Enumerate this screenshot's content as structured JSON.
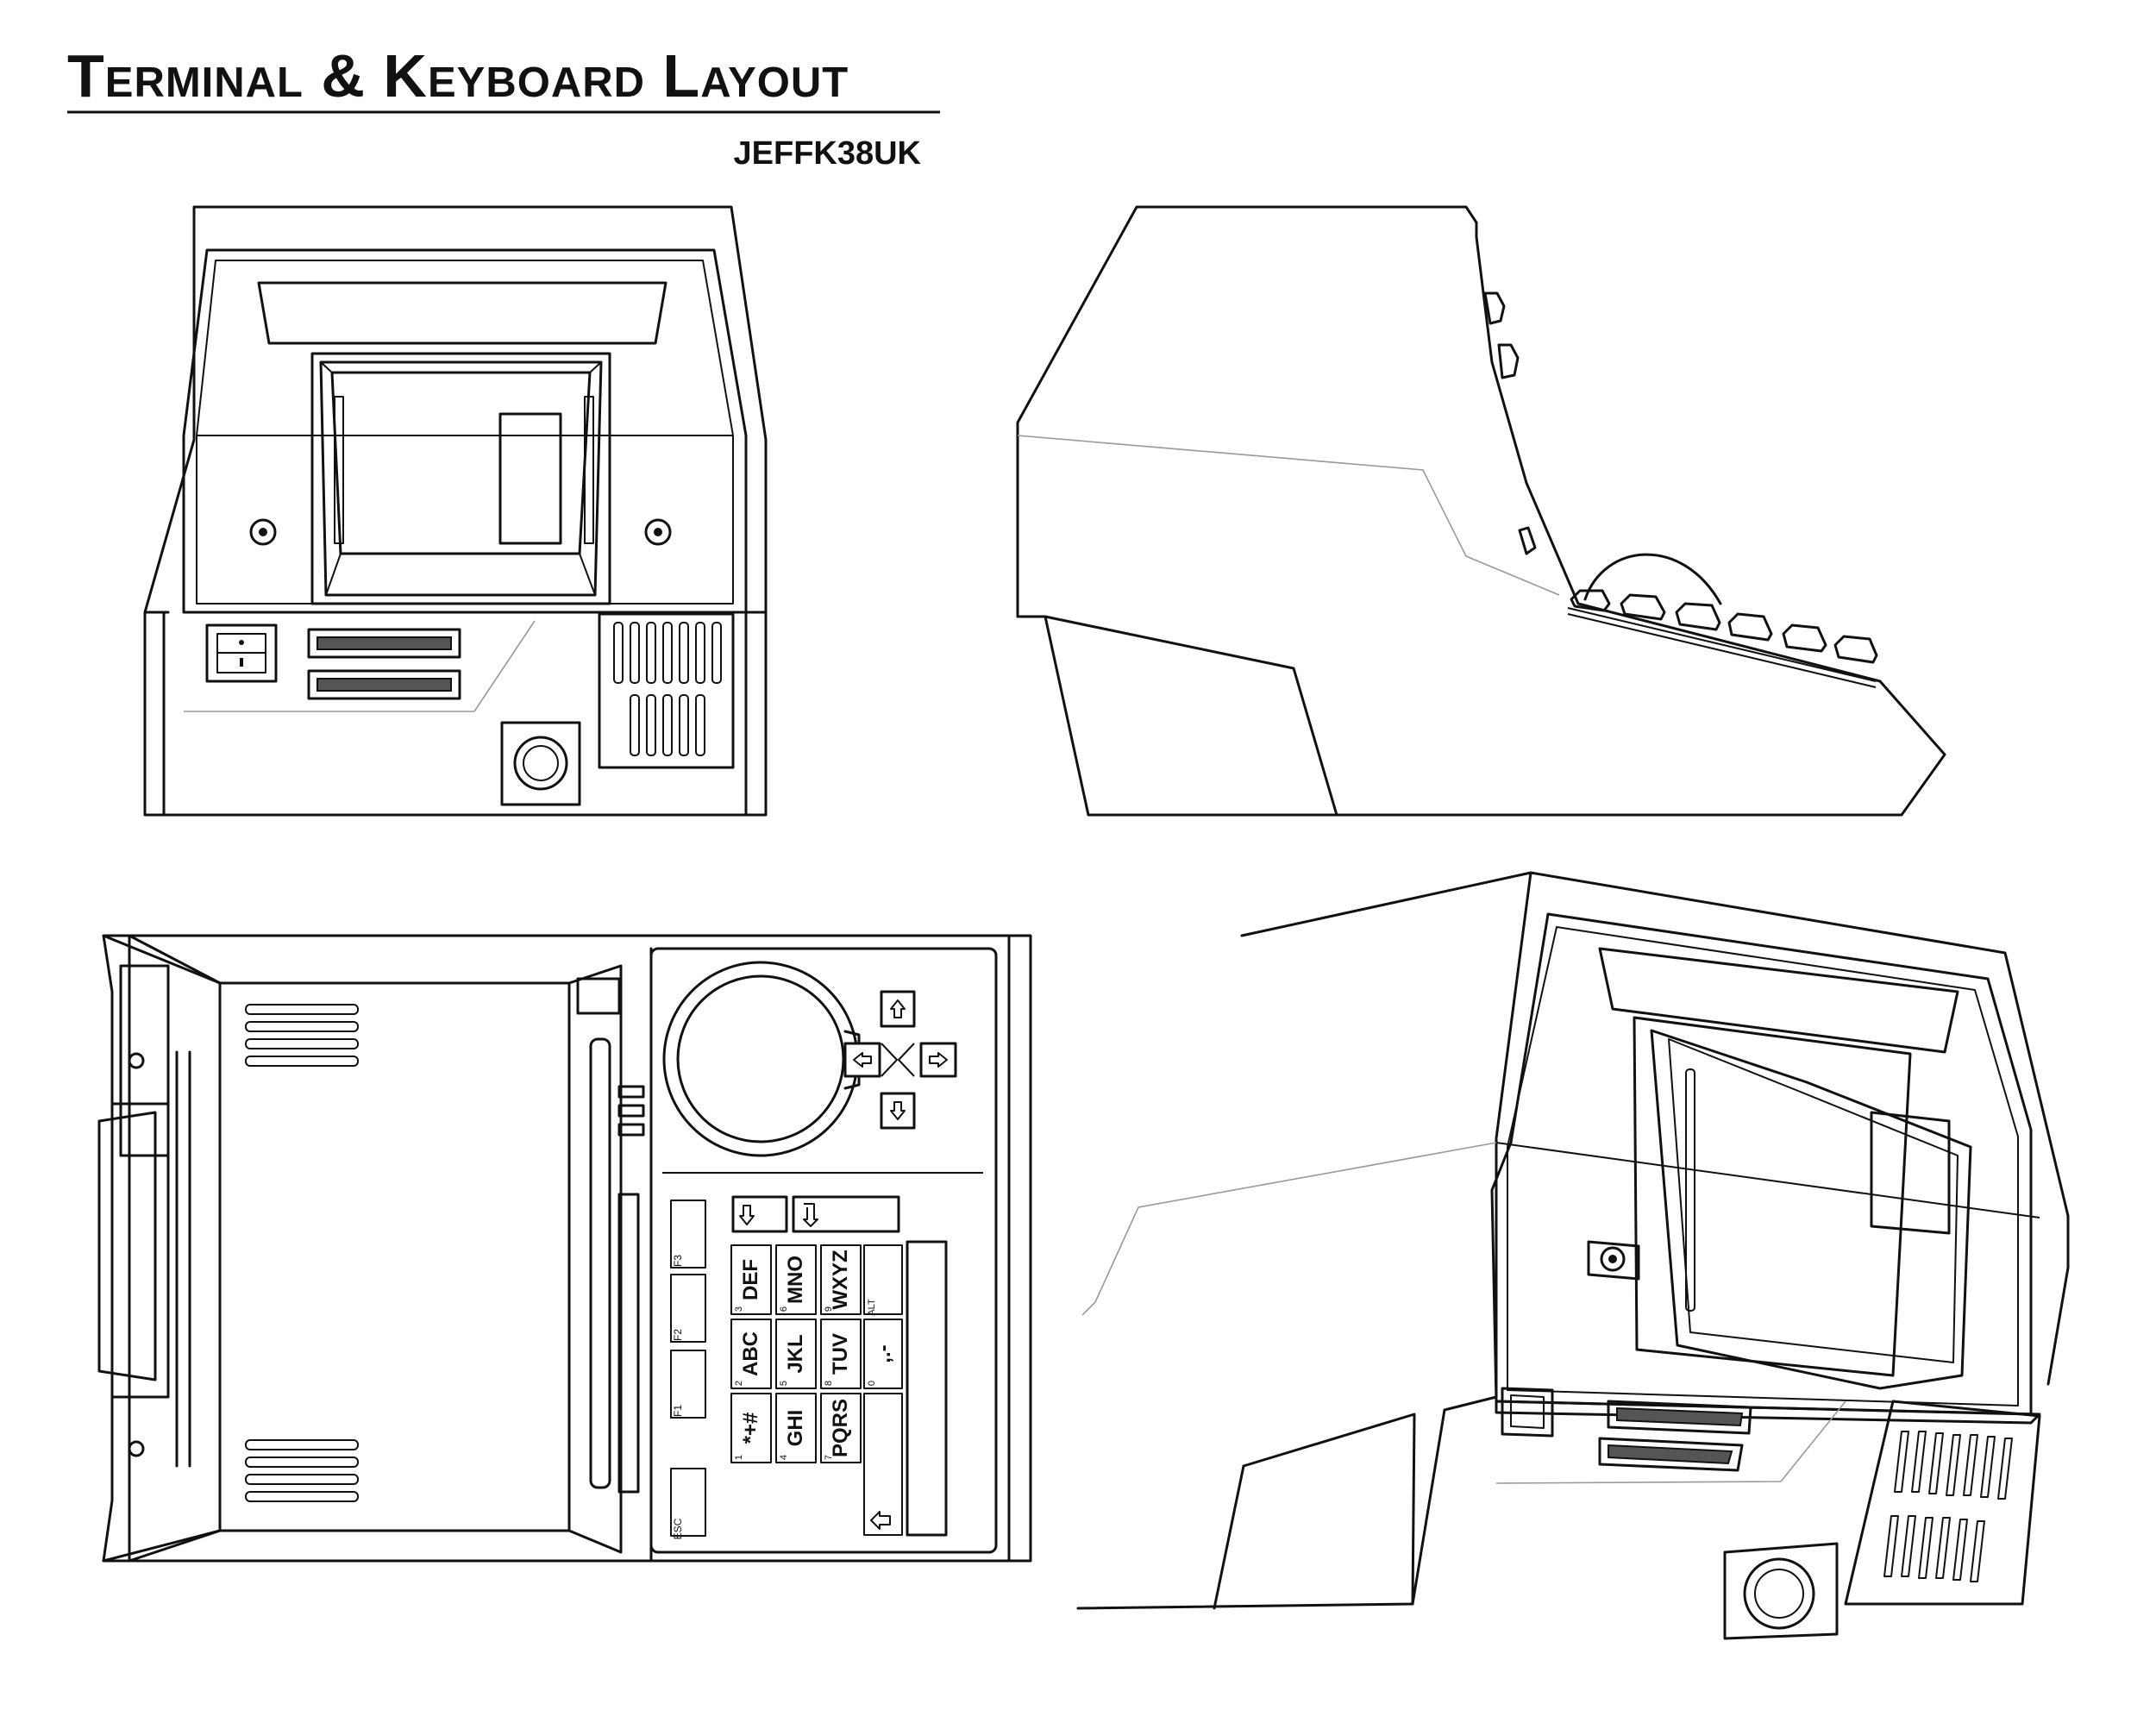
{
  "header": {
    "title": "Terminal & Keyboard Layout",
    "author": "JEFFK38UK"
  },
  "keyboard": {
    "function_keys": [
      {
        "label": "F3"
      },
      {
        "label": "F2"
      },
      {
        "label": "F1"
      },
      {
        "label": "ESC"
      }
    ],
    "keypad": [
      {
        "digit": "3",
        "letters": "DEF"
      },
      {
        "digit": "6",
        "letters": "MNO"
      },
      {
        "digit": "9",
        "letters": "WXYZ"
      },
      {
        "digit": "2",
        "letters": "ABC"
      },
      {
        "digit": "5",
        "letters": "JKL"
      },
      {
        "digit": "8",
        "letters": "TUV"
      },
      {
        "digit": "1",
        "letters": "*+#"
      },
      {
        "digit": "4",
        "letters": "GHI"
      },
      {
        "digit": "7",
        "letters": "PQRS"
      }
    ],
    "extra_keys": [
      {
        "label": "ALT"
      },
      {
        "digit": "0",
        "letters": ",.-"
      }
    ],
    "arrow_keys": [
      "up-arrow",
      "left-arrow",
      "right-arrow",
      "down-arrow"
    ],
    "top_keys": [
      "down-arrow",
      "enter-arrow"
    ],
    "backspace_key": "left-arrow"
  }
}
